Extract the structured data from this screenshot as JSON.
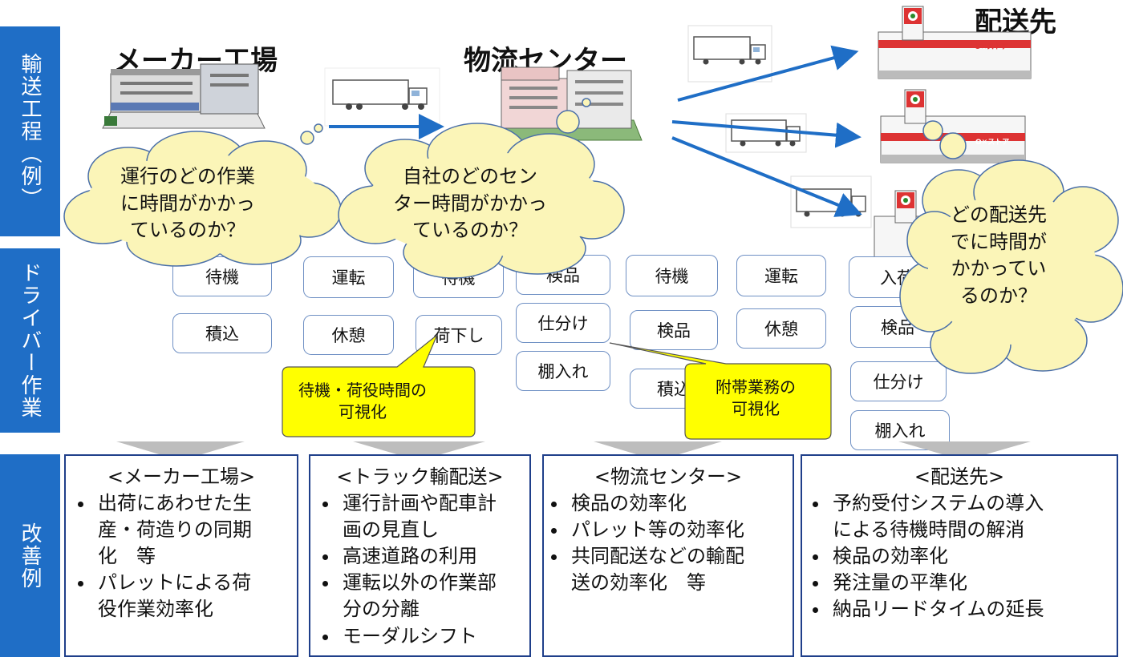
{
  "side_labels": {
    "transport": "輸送工程（例）",
    "driver": "ドライバー作業",
    "improve": "改善例"
  },
  "headings": {
    "maker": "メーカー工場",
    "center": "物流センター",
    "dest": "配送先"
  },
  "store_sign": "O✕ストア",
  "clouds": {
    "maker": [
      "運行のどの作業",
      "に時間がかかっ",
      "ているのか？"
    ],
    "center": [
      "自社のどのセン",
      "ター時間がかかっ",
      "ているのか？"
    ],
    "dest": [
      "どの配送先",
      "でに時間が",
      "かかってい",
      "るのか？"
    ]
  },
  "tasks": {
    "maker": [
      "待機",
      "積込"
    ],
    "truck": [
      "運転",
      "休憩"
    ],
    "center_in": [
      "待機",
      "荷下し"
    ],
    "center_work": [
      "検品",
      "仕分け",
      "棚入れ"
    ],
    "center_out": [
      "待機",
      "検品",
      "積込"
    ],
    "truck2": [
      "運転",
      "休憩"
    ],
    "dest": [
      "入荷",
      "検品",
      "仕分け",
      "棚入れ"
    ]
  },
  "callouts": {
    "wait": [
      "待機・荷役時間の",
      "可視化"
    ],
    "incidental": [
      "附帯業務の",
      "可視化"
    ]
  },
  "panels": {
    "maker": {
      "title": "<メーカー工場>",
      "items": [
        [
          "出荷にあわせた生",
          "産・荷造りの同期",
          "化　等"
        ],
        [
          "パレットによる荷",
          "役作業効率化"
        ]
      ]
    },
    "truck": {
      "title": "<トラック輸配送>",
      "items": [
        [
          "運行計画や配車計",
          "画の見直し"
        ],
        [
          "高速道路の利用"
        ],
        [
          "運転以外の作業部",
          "分の分離"
        ],
        [
          "モーダルシフト"
        ]
      ]
    },
    "center": {
      "title": "<物流センター>",
      "items": [
        [
          "検品の効率化"
        ],
        [
          "パレット等の効率化"
        ],
        [
          "共同配送などの輸配",
          "送の効率化　等"
        ]
      ]
    },
    "dest": {
      "title": "<配送先>",
      "items": [
        [
          "予約受付システムの導入",
          "による待機時間の解消"
        ],
        [
          "検品の効率化"
        ],
        [
          "発注量の平準化"
        ],
        [
          "納品リードタイムの延長"
        ]
      ]
    }
  },
  "colors": {
    "side": "#1f6ec6",
    "arrow": "#1f6ec6",
    "cloud": "#fbf5b8",
    "callout": "#ffff00",
    "box_border": "#6f90c4",
    "panel_border": "#1f3f8a",
    "down_arrow": "#bdbdbd"
  }
}
